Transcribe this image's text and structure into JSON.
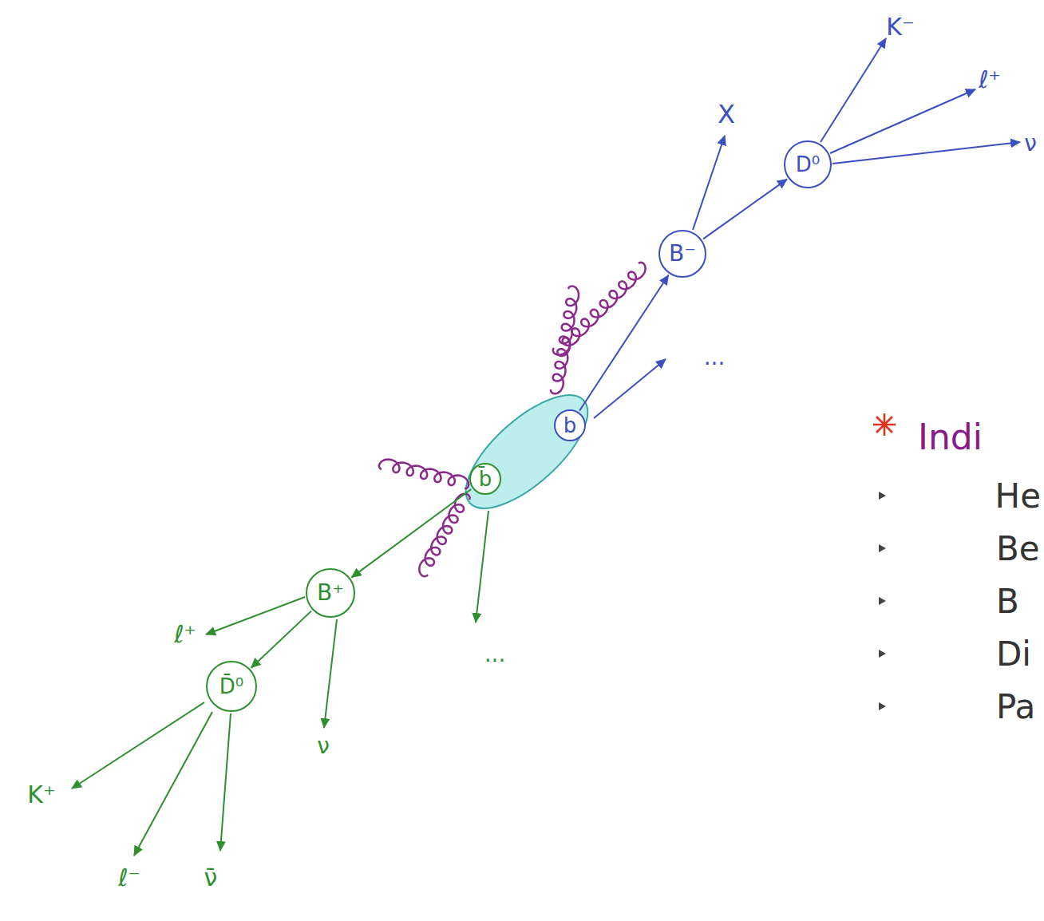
{
  "diagram": {
    "nodes": [
      {
        "text": [
          "b"
        ]
      },
      {
        "text": [
          "b̄"
        ]
      },
      {
        "text": [
          "B⁻"
        ]
      },
      {
        "text": [
          "D⁰"
        ]
      },
      {
        "text": [
          "B⁺"
        ]
      },
      {
        "text": [
          "D̄⁰"
        ]
      }
    ],
    "edges": [
      {
        "from": 0,
        "to": 2,
        "arrow": "to"
      },
      {
        "from": 2,
        "to": 3,
        "arrow": "to"
      },
      {
        "from": 1,
        "to": 4,
        "arrow": "to"
      },
      {
        "from": 4,
        "to": 5,
        "arrow": "to"
      }
    ],
    "labels": [
      "X",
      "K⁻",
      "ℓ⁺",
      "ν",
      "...",
      "...",
      "ℓ⁺",
      "ν",
      "K⁺",
      "ℓ⁻",
      "ν̄",
      "Indi",
      "He",
      "Be",
      "B",
      "Di",
      "Pa"
    ]
  }
}
